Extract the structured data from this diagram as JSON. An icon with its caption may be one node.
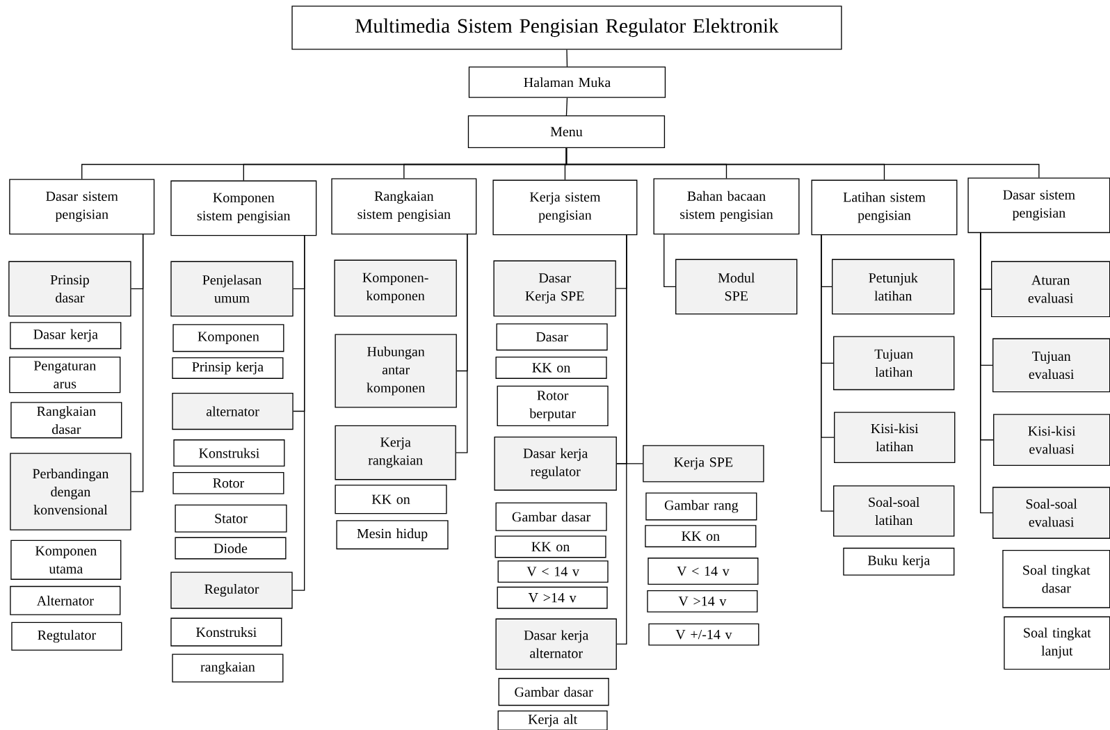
{
  "diagram": {
    "nodes": [
      {
        "text": [
          "Multimedia Sistem Pengisian Regulator Elektronik"
        ]
      },
      {
        "text": [
          "Halaman Muka"
        ]
      },
      {
        "text": [
          "Menu"
        ]
      },
      {
        "text": [
          "Dasar sistem pengisian"
        ]
      },
      {
        "text": [
          "Komponen sistem pengisian"
        ]
      },
      {
        "text": [
          "Rangkaian sistem pengisian"
        ]
      },
      {
        "text": [
          "Kerja sistem pengisian"
        ]
      },
      {
        "text": [
          "Bahan bacaan sistem pengisian"
        ]
      },
      {
        "text": [
          "Latihan sistem pengisian"
        ]
      },
      {
        "text": [
          "Dasar sistem pengisian"
        ]
      },
      {
        "text": [
          "Prinsip dasar"
        ]
      },
      {
        "text": [
          "Dasar kerja"
        ]
      },
      {
        "text": [
          "Pengaturan arus"
        ]
      },
      {
        "text": [
          "Rangkaian dasar"
        ]
      },
      {
        "text": [
          "Perbandingan dengan konvensional"
        ]
      },
      {
        "text": [
          "Komponen utama"
        ]
      },
      {
        "text": [
          "Alternator"
        ]
      },
      {
        "text": [
          "Regtulator"
        ]
      },
      {
        "text": [
          "Penjelasan umum"
        ]
      },
      {
        "text": [
          "Komponen"
        ]
      },
      {
        "text": [
          "Prinsip kerja"
        ]
      },
      {
        "text": [
          "alternator"
        ]
      },
      {
        "text": [
          "Konstruksi"
        ]
      },
      {
        "text": [
          "Rotor"
        ]
      },
      {
        "text": [
          "Stator"
        ]
      },
      {
        "text": [
          "Diode"
        ]
      },
      {
        "text": [
          "Regulator"
        ]
      },
      {
        "text": [
          "Konstruksi"
        ]
      },
      {
        "text": [
          "rangkaian"
        ]
      },
      {
        "text": [
          "Komponen-komponen"
        ]
      },
      {
        "text": [
          "Hubungan antar komponen"
        ]
      },
      {
        "text": [
          "Kerja rangkaian"
        ]
      },
      {
        "text": [
          "KK on"
        ]
      },
      {
        "text": [
          "Mesin hidup"
        ]
      },
      {
        "text": [
          "Dasar Kerja SPE"
        ]
      },
      {
        "text": [
          "Dasar"
        ]
      },
      {
        "text": [
          "KK on"
        ]
      },
      {
        "text": [
          "Rotor berputar"
        ]
      },
      {
        "text": [
          "Dasar kerja regulator"
        ]
      },
      {
        "text": [
          "Gambar dasar"
        ]
      },
      {
        "text": [
          "KK on"
        ]
      },
      {
        "text": [
          "V < 14 v"
        ]
      },
      {
        "text": [
          "V >14 v"
        ]
      },
      {
        "text": [
          "Dasar kerja alternator"
        ]
      },
      {
        "text": [
          "Gambar dasar"
        ]
      },
      {
        "text": [
          "Kerja alt"
        ]
      },
      {
        "text": [
          "Kerja SPE"
        ]
      },
      {
        "text": [
          "Gambar rang"
        ]
      },
      {
        "text": [
          "KK on"
        ]
      },
      {
        "text": [
          "V < 14 v"
        ]
      },
      {
        "text": [
          "V >14 v"
        ]
      },
      {
        "text": [
          "V +/-14 v"
        ]
      },
      {
        "text": [
          "Modul SPE"
        ]
      },
      {
        "text": [
          "Petunjuk latihan"
        ]
      },
      {
        "text": [
          "Tujuan latihan"
        ]
      },
      {
        "text": [
          "Kisi-kisi latihan"
        ]
      },
      {
        "text": [
          "Soal-soal latihan"
        ]
      },
      {
        "text": [
          "Buku kerja"
        ]
      },
      {
        "text": [
          "Aturan evaluasi"
        ]
      },
      {
        "text": [
          "Tujuan evaluasi"
        ]
      },
      {
        "text": [
          "Kisi-kisi evaluasi"
        ]
      },
      {
        "text": [
          "Soal-soal evaluasi"
        ]
      },
      {
        "text": [
          "Soal tingkat dasar"
        ]
      },
      {
        "text": [
          "Soal tingkat lanjut"
        ]
      }
    ],
    "edges": [
      {
        "from": 0,
        "to": 1,
        "arrow": "none"
      },
      {
        "from": 1,
        "to": 2,
        "arrow": "none"
      },
      {
        "from": 2,
        "to": 3,
        "arrow": "none"
      },
      {
        "from": 2,
        "to": 4,
        "arrow": "none"
      },
      {
        "from": 2,
        "to": 5,
        "arrow": "none"
      },
      {
        "from": 2,
        "to": 6,
        "arrow": "none"
      },
      {
        "from": 2,
        "to": 7,
        "arrow": "none"
      },
      {
        "from": 2,
        "to": 8,
        "arrow": "none"
      },
      {
        "from": 2,
        "to": 9,
        "arrow": "none"
      },
      {
        "from": 3,
        "to": 10,
        "arrow": "none"
      },
      {
        "from": 3,
        "to": 14,
        "arrow": "none"
      },
      {
        "from": 4,
        "to": 18,
        "arrow": "none"
      },
      {
        "from": 4,
        "to": 21,
        "arrow": "none"
      },
      {
        "from": 4,
        "to": 26,
        "arrow": "none"
      },
      {
        "from": 5,
        "to": 30,
        "arrow": "none"
      },
      {
        "from": 5,
        "to": 31,
        "arrow": "none"
      },
      {
        "from": 6,
        "to": 34,
        "arrow": "none"
      },
      {
        "from": 6,
        "to": 38,
        "arrow": "none"
      },
      {
        "from": 6,
        "to": 43,
        "arrow": "none"
      },
      {
        "from": 38,
        "to": 46,
        "arrow": "none"
      },
      {
        "from": 7,
        "to": 52,
        "arrow": "none"
      },
      {
        "from": 8,
        "to": 53,
        "arrow": "none"
      },
      {
        "from": 8,
        "to": 54,
        "arrow": "none"
      },
      {
        "from": 8,
        "to": 55,
        "arrow": "none"
      },
      {
        "from": 8,
        "to": 56,
        "arrow": "none"
      },
      {
        "from": 9,
        "to": 58,
        "arrow": "none"
      },
      {
        "from": 9,
        "to": 59,
        "arrow": "none"
      },
      {
        "from": 9,
        "to": 60,
        "arrow": "none"
      },
      {
        "from": 9,
        "to": 61,
        "arrow": "none"
      }
    ]
  }
}
